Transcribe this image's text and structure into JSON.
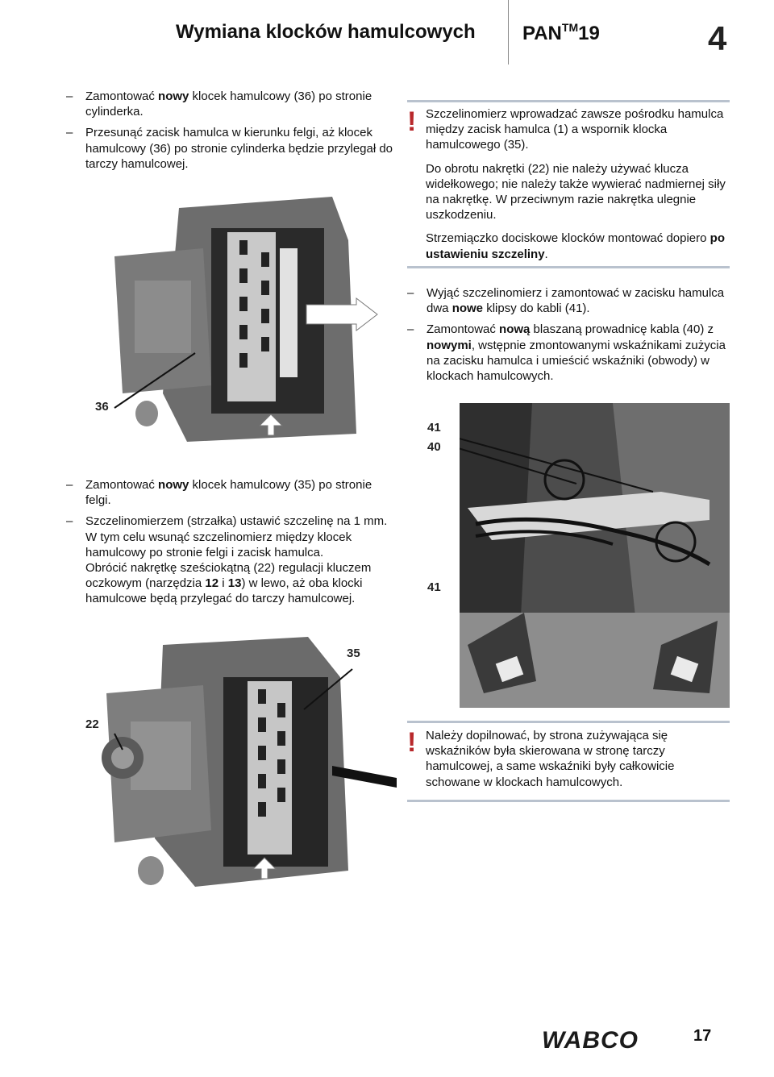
{
  "header": {
    "title": "Wymiana klocków hamulcowych",
    "product": "PAN",
    "product_sup": "TM",
    "product_num": "19",
    "chapter": "4"
  },
  "left_top": {
    "items": [
      [
        "Zamontować ",
        "nowy",
        " klocek hamulcowy (36) po stronie cylinderka."
      ],
      [
        "Przesunąć zacisk hamulca w kierunku felgi, aż klocek hamulcowy (36) po stronie cylinderka będzie przylegał do tarczy hamulcowej.",
        "",
        ""
      ]
    ]
  },
  "note1": {
    "mark": "!",
    "p1": "Szczelinomierz wprowadzać zawsze pośrodku hamulca między zacisk hamulca (1) a wspornik klocka hamulcowego (35).",
    "p2": "Do obrotu nakrętki (22) nie należy używać klucza widełkowego; nie należy także wywierać nadmiernej siły na nakrętkę. W przeciwnym razie nakrętka ulegnie uszkodzeniu.",
    "p3_plain": "Strzemiączko dociskowe klocków montować dopiero ",
    "p3_bold": "po ustawieniu szczeliny",
    "p3_end": "."
  },
  "right_mid": {
    "item1": [
      "Wyjąć szczelinomierz i zamontować w zacisku hamulca dwa ",
      "nowe",
      " klipsy do kabli (41)."
    ],
    "item2": [
      "Zamontować ",
      "nową",
      " blaszaną prowadnicę kabla (40) z ",
      "nowymi",
      ", wstępnie zmontowanymi wskaźnikami zużycia na zacisku hamulca i umieścić wskaźniki (obwody) w klockach hamulcowych."
    ]
  },
  "left_mid": {
    "item1": [
      "Zamontować ",
      "nowy",
      " klocek hamulcowy (35) po stronie felgi."
    ],
    "item2": "Szczelinomierzem (strzałka) ustawić szczelinę na 1 mm. W tym celu wsunąć szczelinomierz między klocek hamulcowy po stronie felgi i zacisk hamulca.",
    "item3": [
      "Obrócić nakrętkę sześciokątną (22) regulacji kluczem oczkowym (narzędzia ",
      "12",
      " i ",
      "13",
      ") w lewo, aż oba klocki hamulcowe będą przylegać do tarczy hamulcowej."
    ]
  },
  "note2": {
    "mark": "!",
    "text": "Należy dopilnować, by strona zużywająca się wskaźników była skierowana w stronę tarczy hamulcowej, a same wskaźniki były całkowicie schowane w klockach hamulcowych."
  },
  "figures": {
    "fig1_label": "36",
    "fig2_labels": [
      "41",
      "40",
      "41"
    ],
    "fig3_labels": [
      "35",
      "22"
    ]
  },
  "footer": {
    "logo": "WABCO",
    "page": "17"
  },
  "colors": {
    "warning": "#b8282b",
    "rule": "#b9c2ce"
  }
}
